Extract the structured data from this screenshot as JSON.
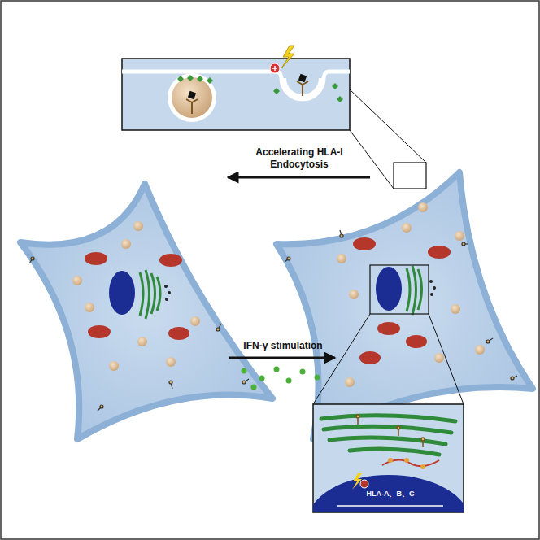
{
  "diagram": {
    "labels": [
      "Accelerating HLA-I Endocytosis",
      "IFN-γ stimulation",
      "HLA-A、B、C"
    ]
  }
}
